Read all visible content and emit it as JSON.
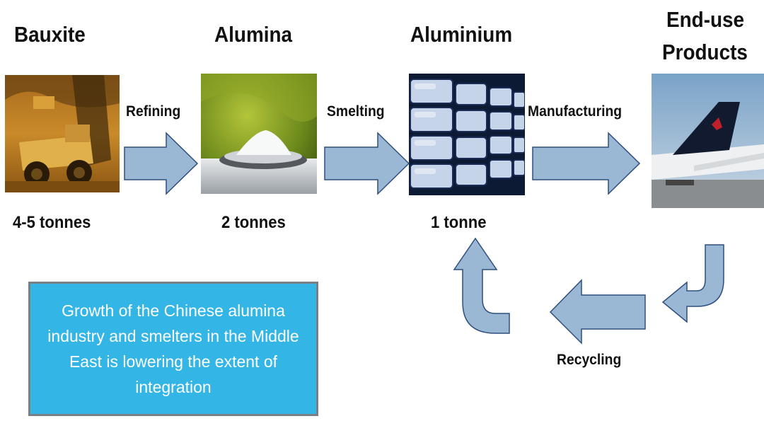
{
  "stages": [
    {
      "name": "Bauxite",
      "quantity": "4-5 tonnes",
      "icon": "mining-truck-photo"
    },
    {
      "name": "Alumina",
      "quantity": "2 tonnes",
      "icon": "alumina-powder-photo"
    },
    {
      "name": "Aluminium",
      "quantity": "1 tonne",
      "icon": "aluminium-ingots-photo"
    },
    {
      "name_line1": "End-use",
      "name_line2": "Products",
      "icon": "airplane-tail-photo"
    }
  ],
  "processes": {
    "refining": "Refining",
    "smelting": "Smelting",
    "manufacturing": "Manufacturing",
    "recycling": "Recycling"
  },
  "note": "Growth of the Chinese alumina industry and smelters in the Middle East is lowering the extent of integration",
  "colors": {
    "arrow_fill": "#9ab7d4",
    "arrow_stroke": "#2f4f7f",
    "note_bg": "#33b5e6",
    "note_border": "#7a7f86"
  }
}
